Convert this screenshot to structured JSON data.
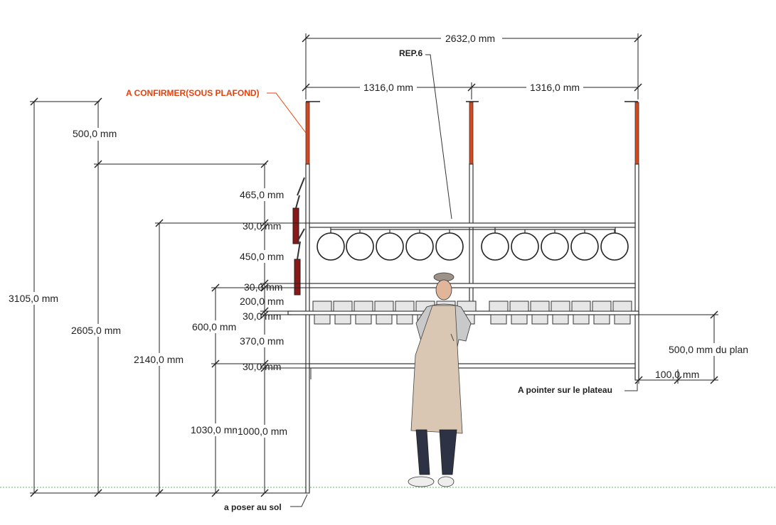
{
  "colors": {
    "accent_red": "#e8420b",
    "post_red": "#d9481c",
    "ground": "#5bbf63"
  },
  "notes": {
    "confirm": "A CONFIRMER(SOUS PLAFOND)",
    "rep": "REP.6",
    "plateau": "A pointer sur le plateau",
    "sol": "a poser au sol"
  },
  "dims": {
    "total_width": "2632,0 mm",
    "half_left": "1316,0 mm",
    "half_right": "1316,0 mm",
    "h_500": "500,0 mm",
    "h_3105": "3105,0 mm",
    "h_2605": "2605,0 mm",
    "h_2140": "2140,0 mm",
    "h_465": "465,0 mm",
    "h_30a": "30,0 mm",
    "h_450": "450,0 mm",
    "h_30b": "30,0 mm",
    "h_200": "200,0 mm",
    "h_30c": "30,0 mm",
    "h_600": "600,0 mm",
    "h_370": "370,0 mm",
    "h_30d": "30,0 mm",
    "h_1030": "1030,0 mm",
    "h_1000": "1000,0 mm",
    "plan_500": "500,0 mm du plan",
    "plan_100": "100,0 mm"
  }
}
